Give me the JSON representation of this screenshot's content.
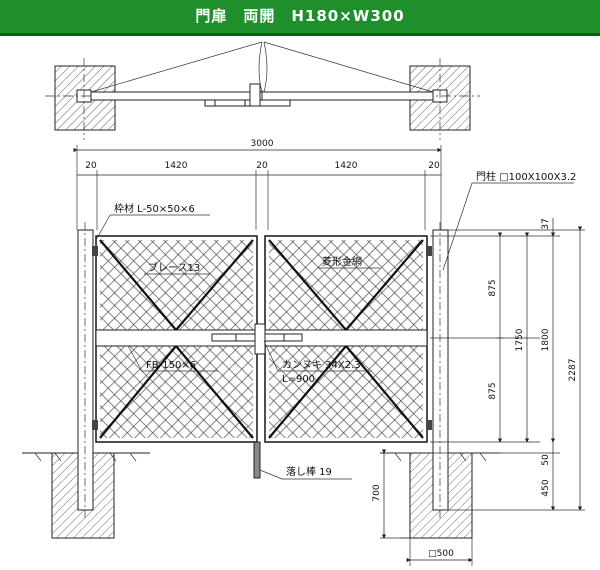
{
  "title": "門扉　両開　H180×W300",
  "colors": {
    "header_bg": "#1f8f2c",
    "header_text": "#ffffff",
    "line": "#222222"
  },
  "dimensions": {
    "overall_width": "3000",
    "post_gap_left": "20",
    "leaf_left": "1420",
    "center_gap": "20",
    "leaf_right": "1420",
    "post_gap_right": "20",
    "top_offset": "37",
    "upper_panel": "875",
    "lower_panel": "875",
    "frame_height": "1750",
    "gate_height": "1800",
    "total_height": "2287",
    "bottom_gap": "50",
    "post_embed": "450",
    "foundation_depth": "700",
    "foundation_width": "□500"
  },
  "labels": {
    "post": "門柱 □100X100X3.2",
    "frame": "枠材 L-50×50×6",
    "brace": "ブレース13",
    "mesh": "菱形金網",
    "flat_bar": "FB-150×6",
    "latch": "カンヌキ 34X2.3",
    "latch_length": "L=900",
    "drop_rod": "落し棒 19"
  }
}
